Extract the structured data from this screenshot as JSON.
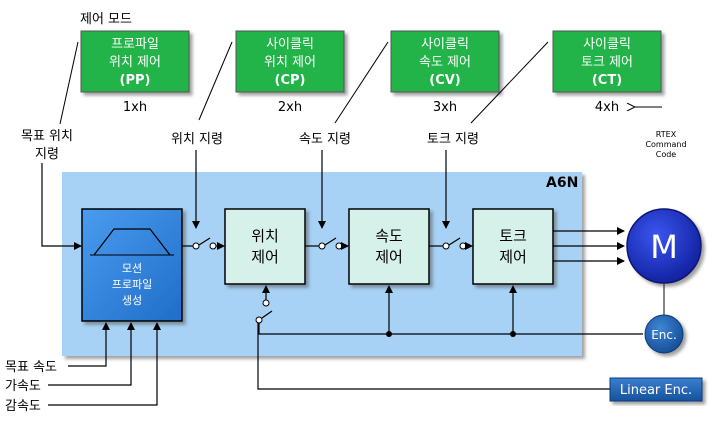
{
  "control_mode_label": "제어 모드",
  "modes": [
    {
      "line1": "프로파일",
      "line2": "위치 제어",
      "abbr": "(PP)",
      "code": "1xh"
    },
    {
      "line1": "사이클릭",
      "line2": "위치 제어",
      "abbr": "(CP)",
      "code": "2xh"
    },
    {
      "line1": "사이클릭",
      "line2": "속도 제어",
      "abbr": "(CV)",
      "code": "3xh"
    },
    {
      "line1": "사이클릭",
      "line2": "토크 제어",
      "abbr": "(CT)",
      "code": "4xh"
    }
  ],
  "rtex_note": [
    "RTEX",
    "Command",
    "Code"
  ],
  "inputs": {
    "target_position": [
      "목표 위치",
      "지령"
    ],
    "position_command": "위치 지령",
    "speed_command": "속도 지령",
    "torque_command": "토크 지령",
    "target_speed": "목표 속도",
    "acceleration": "가속도",
    "deceleration": "감속도"
  },
  "drive_label": "A6N",
  "blocks": {
    "motion_profile": [
      "모션",
      "프로파일",
      "생성"
    ],
    "position_control": [
      "위치",
      "제어"
    ],
    "speed_control": [
      "속도",
      "제어"
    ],
    "torque_control": [
      "토크",
      "제어"
    ]
  },
  "motor_label": "M",
  "encoder_label": "Enc.",
  "linear_encoder_label": "Linear Enc.",
  "colors": {
    "mode_box": "#22b34a",
    "drive_area": "#a7d2f5",
    "profile_block": "#2f7fd8",
    "control_block": "#d6f1ea",
    "motor": "#1b2fc9",
    "encoder": "#1f64b0",
    "linear_encoder": "#1c5ea8"
  }
}
